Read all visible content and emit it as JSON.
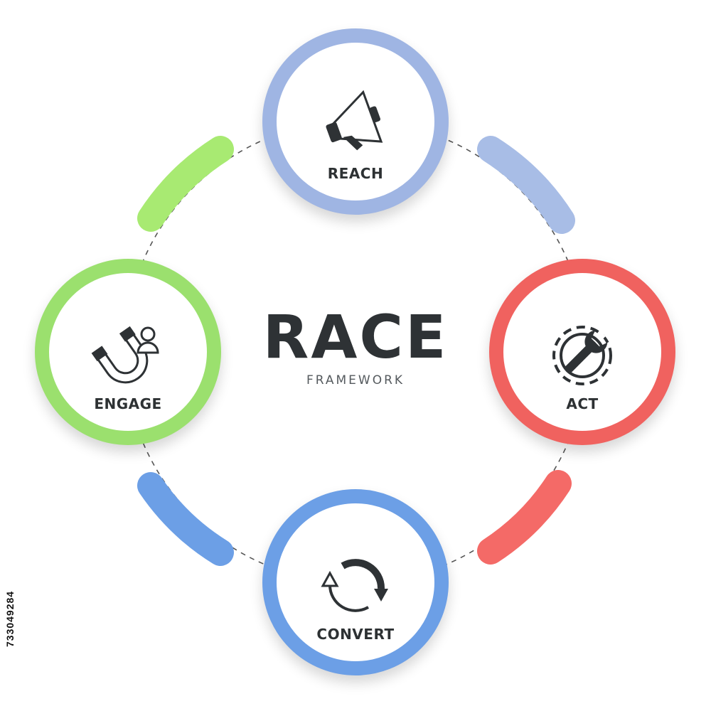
{
  "center": {
    "title": "RACE",
    "subtitle": "FRAMEWORK"
  },
  "nodes": [
    {
      "id": "reach",
      "label": "REACH",
      "icon": "megaphone-icon",
      "color": "#9fb5e3"
    },
    {
      "id": "act",
      "label": "ACT",
      "icon": "gear-wrench-icon",
      "color": "#f0625f"
    },
    {
      "id": "convert",
      "label": "CONVERT",
      "icon": "refresh-icon",
      "color": "#6c9fe6"
    },
    {
      "id": "engage",
      "label": "ENGAGE",
      "icon": "magnet-user-icon",
      "color": "#9be06e"
    }
  ],
  "arcs": [
    {
      "id": "reach-to-act",
      "color": "#a8bde6"
    },
    {
      "id": "act-to-convert",
      "color": "#f46a67"
    },
    {
      "id": "convert-to-engage",
      "color": "#6c9fe6"
    },
    {
      "id": "engage-to-reach",
      "color": "#a8ea72"
    }
  ],
  "stock_id": "733049284",
  "colors": {
    "text_dark": "#2d3133",
    "connector": "#555555"
  }
}
